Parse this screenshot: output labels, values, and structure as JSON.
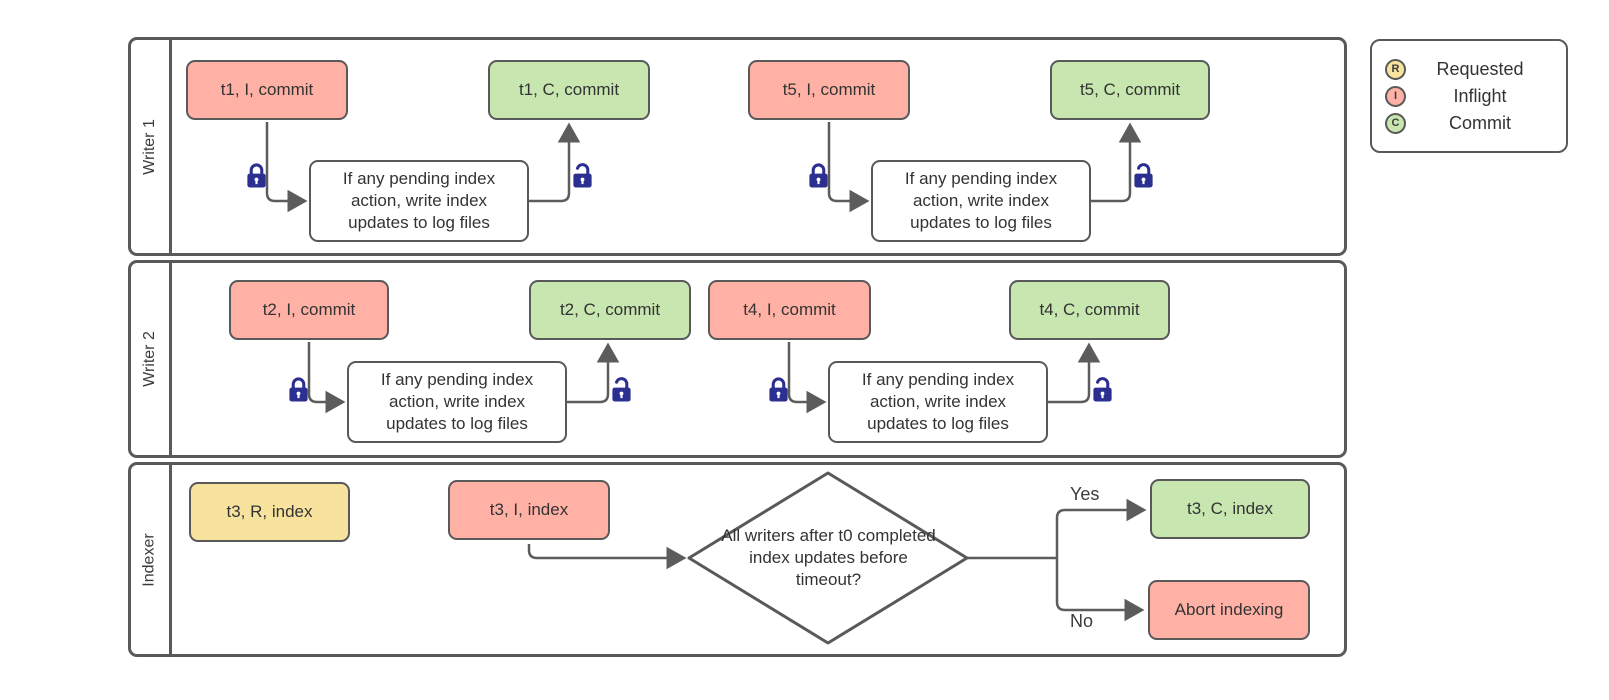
{
  "diagram": {
    "lanes": [
      {
        "label": "Writer 1"
      },
      {
        "label": "Writer 2"
      },
      {
        "label": "Indexer"
      }
    ],
    "nodes": {
      "t1_inflight": "t1, I, commit",
      "t1_commit": "t1, C, commit",
      "t5_inflight": "t5, I, commit",
      "t5_commit": "t5, C, commit",
      "t2_inflight": "t2, I, commit",
      "t2_commit": "t2, C, commit",
      "t4_inflight": "t4, I, commit",
      "t4_commit": "t4, C, commit",
      "t3_requested": "t3, R, index",
      "t3_inflight": "t3, I, index",
      "t3_commit": "t3, C, index",
      "abort": "Abort indexing",
      "process": "If any pending index action, write index updates to log files",
      "decision": "All writers after t0 completed index updates before timeout?"
    },
    "branch_labels": {
      "yes": "Yes",
      "no": "No"
    },
    "legend": {
      "items": [
        {
          "letter": "R",
          "label": "Requested",
          "color": "#f8e39e"
        },
        {
          "letter": "I",
          "label": "Inflight",
          "color": "#ffb1a5"
        },
        {
          "letter": "C",
          "label": "Commit",
          "color": "#c8e6b0"
        }
      ]
    },
    "colors": {
      "requested_fill": "#f8e39e",
      "inflight_fill": "#ffb1a5",
      "commit_fill": "#c8e6b0",
      "process_fill": "#ffffff",
      "shape_border": "#595959",
      "connector": "#5c5c5c",
      "lock": "#2b2f8f",
      "text": "#3b3b3b"
    }
  }
}
